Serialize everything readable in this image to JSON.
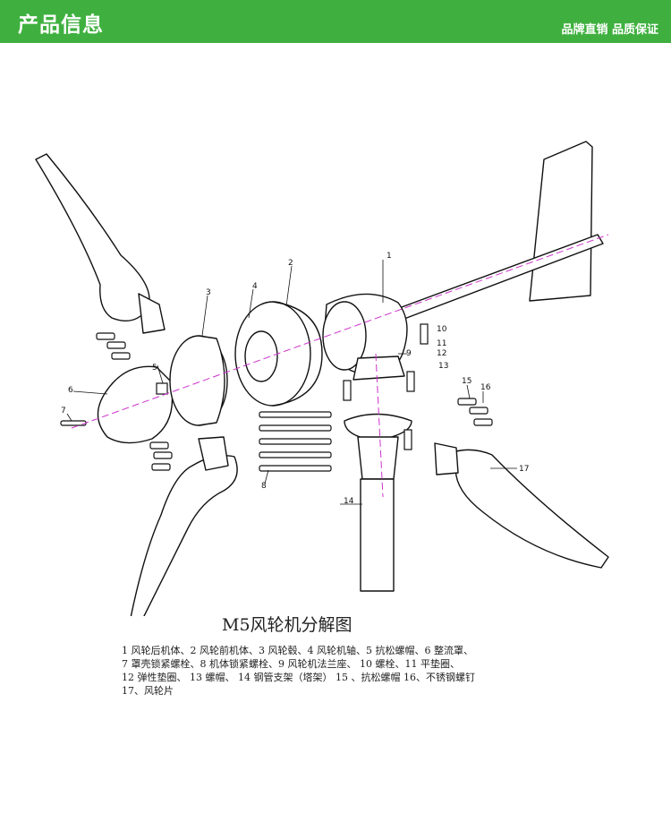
{
  "header": {
    "title": "产品信息",
    "slogan": "品牌直销 品质保证",
    "bg_color": "#3fb03f"
  },
  "diagram": {
    "title": "M5风轮机分解图",
    "part_numbers": [
      "1",
      "2",
      "3",
      "4",
      "5",
      "6",
      "7",
      "8",
      "9",
      "10",
      "11",
      "12",
      "13",
      "14",
      "15",
      "16",
      "17"
    ]
  },
  "legend": {
    "lines": [
      "1  风轮后机体、2  风轮前机体、3  风轮毂、4  风轮机轴、5  抗松螺帽、6  整流罩、",
      "7  罩壳锁紧螺栓、8  机体锁紧螺栓、9  风轮机法兰座、 10 螺栓、11 平垫圈、",
      "12 弹性垫圈、 13 螺帽、 14 钢管支架（塔架）  15 、抗松螺帽 16、不锈钢螺钉",
      "17、风轮片"
    ]
  }
}
